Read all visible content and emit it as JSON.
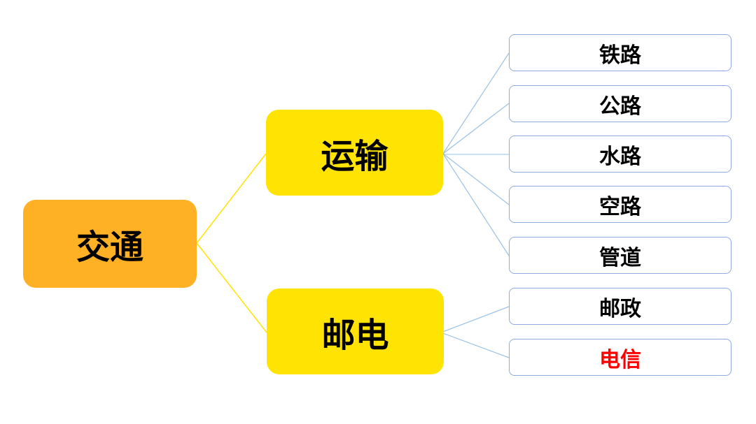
{
  "diagram": {
    "type": "tree",
    "direction": "left-to-right",
    "background_color": "#FFFFFF",
    "root": {
      "label": "交通",
      "fill_color": "#FFB125",
      "text_color": "#000000"
    },
    "branches": [
      {
        "label": "运输",
        "fill_color": "#FFE403",
        "text_color": "#000000",
        "connector_from_root_color": "#FFE403",
        "children": [
          {
            "label": "铁路",
            "text_color": "#000000"
          },
          {
            "label": "公路",
            "text_color": "#000000"
          },
          {
            "label": "水路",
            "text_color": "#000000"
          },
          {
            "label": "空路",
            "text_color": "#000000"
          },
          {
            "label": "管道",
            "text_color": "#000000"
          }
        ]
      },
      {
        "label": "邮电",
        "fill_color": "#FFE403",
        "text_color": "#000000",
        "connector_from_root_color": "#FFE403",
        "children": [
          {
            "label": "邮政",
            "text_color": "#000000"
          },
          {
            "label": "电信",
            "text_color": "#FF0000"
          }
        ]
      }
    ],
    "leaf_style": {
      "fill_color": "#FFFFFF",
      "border_color": "#8FAADC"
    },
    "connector_colors": {
      "root_to_branch": "#FFE403",
      "branch_to_leaf": "#9DC3E6",
      "branch_to_leaf_horizontal": "#C9E2F5"
    }
  }
}
